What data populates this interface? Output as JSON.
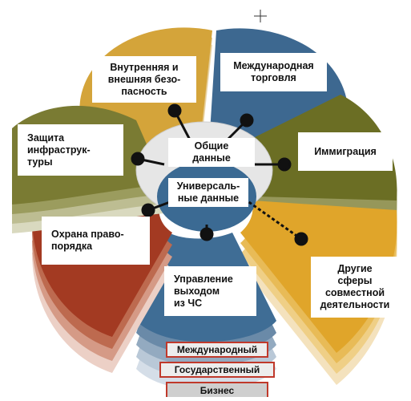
{
  "center": {
    "top_label": "Общие\nданные",
    "inner_label": "Универсаль-\nные данные"
  },
  "domains": [
    {
      "key": "security",
      "label": "Внутренняя и\nвнешняя безо-\nпасность",
      "color": "#d4a43a"
    },
    {
      "key": "trade",
      "label": "Международная\nторговля",
      "color": "#3d6890"
    },
    {
      "key": "immigration",
      "label": "Иммиграция",
      "color": "#6b6e24"
    },
    {
      "key": "other",
      "label": "Другие\nсферы\nсовместной\nдеятельности",
      "color": "#e0a52a"
    },
    {
      "key": "emergency",
      "label": "Управление\nвыходом\nиз ЧС",
      "color": "#3f6d95"
    },
    {
      "key": "law",
      "label": "Охрана право-\nпорядка",
      "color": "#a33a22"
    },
    {
      "key": "infrastructure",
      "label": "Защита\nинфраструк-\nтуры",
      "color": "#7a7b33"
    }
  ],
  "levels": [
    {
      "label": "Международный"
    },
    {
      "label": "Государственный"
    },
    {
      "label": "Бизнес"
    }
  ],
  "colors": {
    "hub": "#e6e6e6",
    "hub_inner": "#3b6a93",
    "connector": "#111111",
    "level_border": "#c0392b",
    "level_fill": "#ededed"
  }
}
